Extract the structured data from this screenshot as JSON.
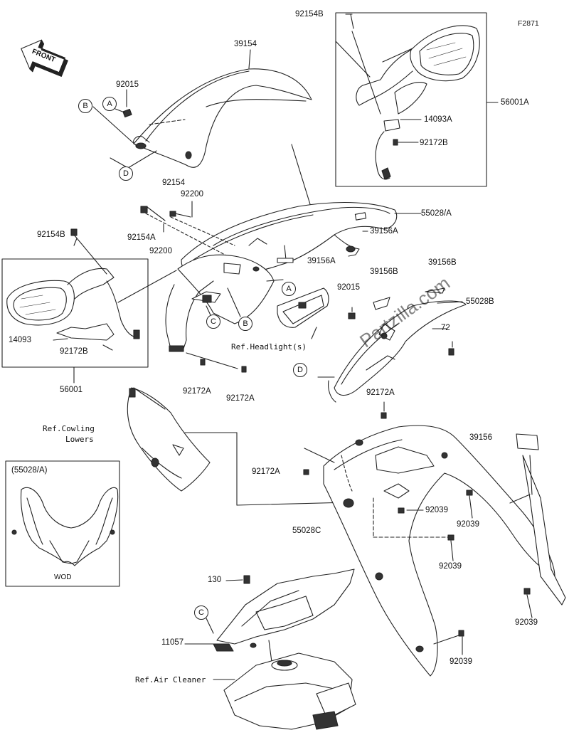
{
  "figure_id": "F2871",
  "front_badge": "FRONT",
  "watermark": "Partzilla.com",
  "parts": {
    "p39154": "39154",
    "p92015_top": "92015",
    "p92154B_top": "92154B",
    "p14093A": "14093A",
    "p92172B_right": "92172B",
    "p56001A": "56001A",
    "p92154": "92154",
    "p92200_a": "92200",
    "p55028A": "55028/A",
    "p39156A_1": "39156A",
    "p92154B_left": "92154B",
    "p92154A": "92154A",
    "p92200_b": "92200",
    "p39156A_2": "39156A",
    "p39156B_1": "39156B",
    "p39156B_2": "39156B",
    "p92015_mid": "92015",
    "p55028B": "55028B",
    "p92172_partial": "72",
    "p14093": "14093",
    "p92172B_left": "92172B",
    "p56001": "56001",
    "p92172A_1": "92172A",
    "p92172A_2": "92172A",
    "p92172A_3": "92172A",
    "p92172A_4": "92172A",
    "p39156": "39156",
    "p92039_1": "92039",
    "p92039_2": "92039",
    "p92039_3": "92039",
    "p92039_4": "92039",
    "p92039_5": "92039",
    "p55028C": "55028C",
    "p130": "130",
    "p11057": "11057",
    "inset_title": "(55028/A)",
    "inset_note": "WOD"
  },
  "refs": {
    "headlight": "Ref.Headlight(s)",
    "cowling_lowers_1": "Ref.Cowling",
    "cowling_lowers_2": "Lowers",
    "air_cleaner": "Ref.Air Cleaner"
  },
  "callouts": [
    "A",
    "B",
    "C",
    "D"
  ]
}
